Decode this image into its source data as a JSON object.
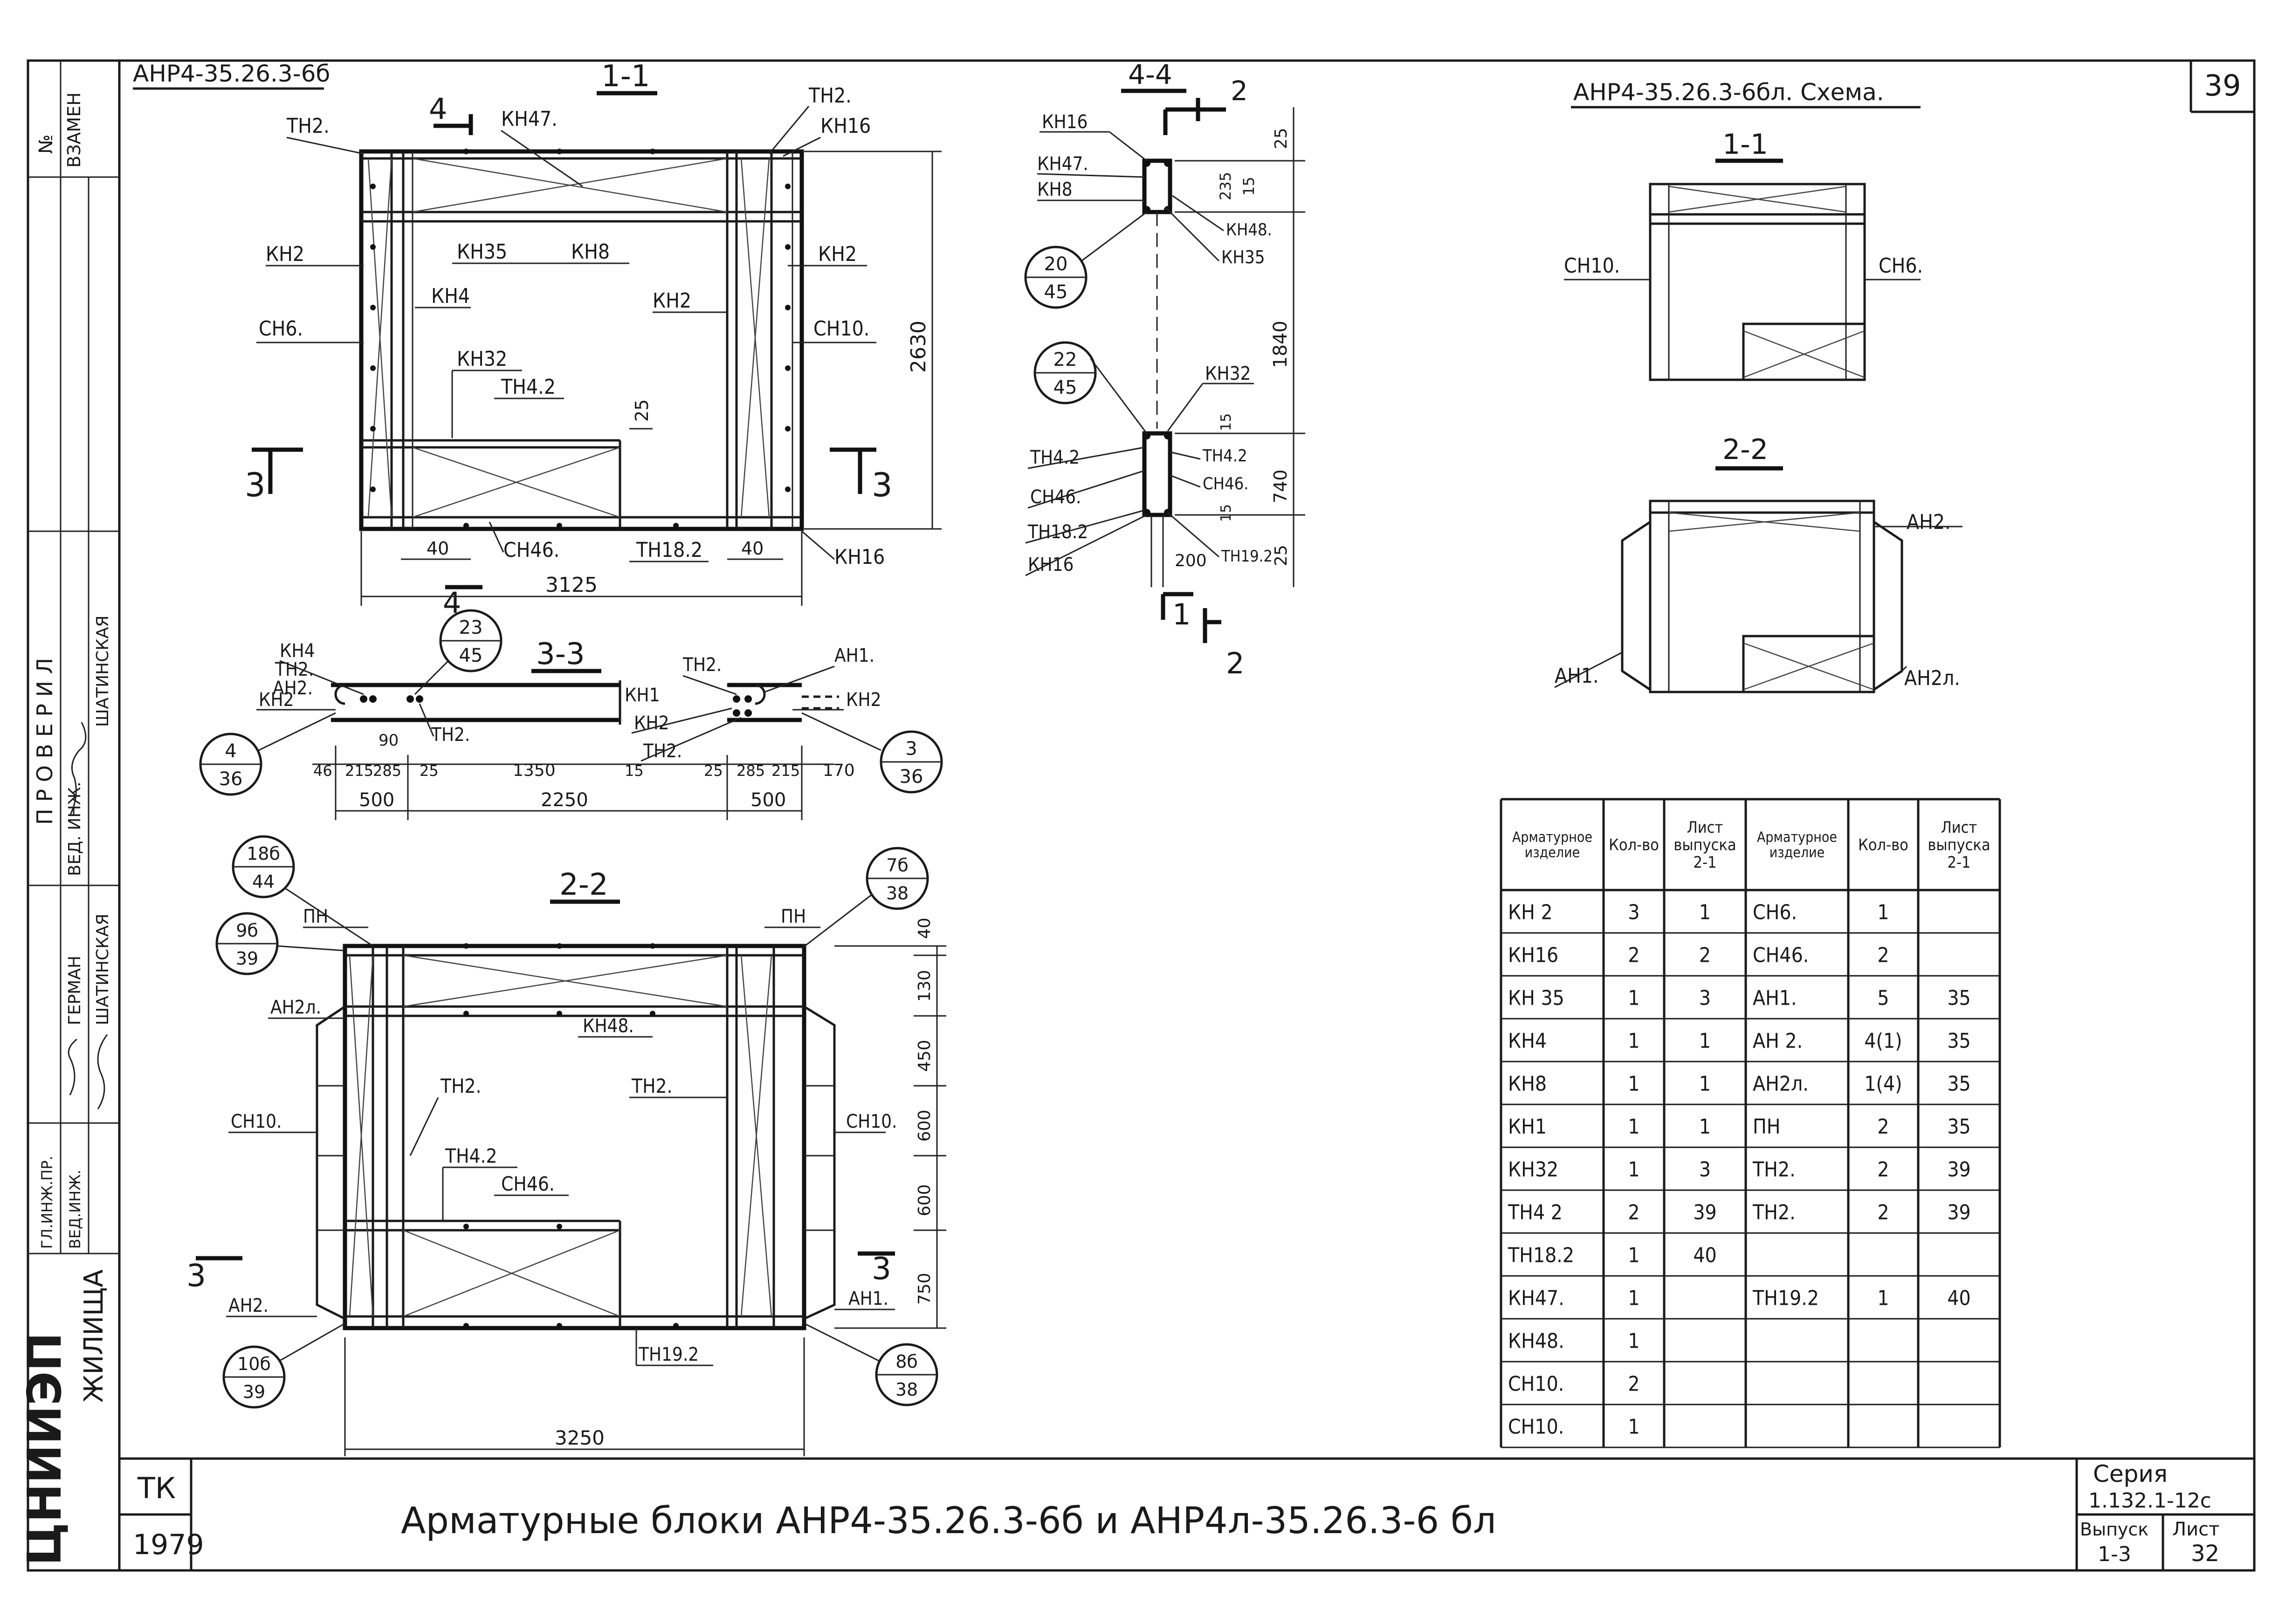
{
  "sheet_number": "39",
  "stamp": {
    "izm": "№",
    "vzamen": "ВЗАМЕН",
    "proveril": "П Р О В Е Р И Л",
    "ved_inzh_label": "ВЕД. ИНЖ.",
    "shatinskaya": "ШАТИНСКАЯ",
    "german": "ГЕРМАН",
    "shatinskaya2": "ШАТИНСКАЯ",
    "gl_inzh": "ГЛ.ИНЖ.ПР.",
    "ved_inzh2": "ВЕД.ИНЖ.",
    "org": "ЦНИИЭП",
    "org2": "ЖИЛИЩА"
  },
  "main_drawing": {
    "code": "АНР4-35.26.3-6б",
    "section_1_1": {
      "title": "1-1",
      "labels": [
        "ТН2.",
        "КН47.",
        "ТН2.",
        "КН16",
        "КН2",
        "КН35",
        "КН8",
        "КН2",
        "СН6.",
        "КН4",
        "КН2",
        "СН10.",
        "КН32",
        "ТН4.2",
        "КН16"
      ],
      "cut_4": "4",
      "cut_3": "3",
      "dims": {
        "h": "2630",
        "w": "3125",
        "d25": "25",
        "d40a": "40",
        "d40b": "40"
      },
      "bottom_labels": {
        "sn46": "СН46.",
        "tn182": "ТН18.2"
      }
    },
    "section_3_3": {
      "title": "3-3",
      "labels": {
        "kn4": "КН4",
        "tn2a": "ТН2.",
        "an2": "АН2.",
        "kn2": "КН2",
        "tn2b": "ТН2.",
        "tn2c": "ТН2.",
        "an1": "АН1.",
        "kn1": "КН1",
        "kn2b": "КН2",
        "tn2d": "ТН2.",
        "kn2c": "КН2"
      },
      "dims": [
        "46",
        "215",
        "285",
        "25",
        "1350",
        "15",
        "25",
        "285",
        "215",
        "170"
      ],
      "dim_90": "90",
      "overall": [
        "500",
        "2250",
        "500"
      ],
      "circles": [
        {
          "top": "23",
          "bot": "45"
        },
        {
          "top": "4",
          "bot": "36"
        },
        {
          "top": "3",
          "bot": "36"
        }
      ]
    },
    "section_2_2": {
      "title": "2-2",
      "labels": {
        "pn1": "ПН",
        "pn2": "ПН",
        "an2l": "АН2л.",
        "kn48": "КН48.",
        "tn2a": "ТН2.",
        "tn2b": "ТН2.",
        "sn10a": "СН10.",
        "sn10b": "СН10.",
        "tn42": "ТН4.2",
        "sn46": "СН46.",
        "an2": "АН2.",
        "an1": "АН1.",
        "tn192": "ТН19.2"
      },
      "dims_right": [
        "40",
        "130",
        "450",
        "600",
        "600",
        "750"
      ],
      "width": "3250",
      "circles": [
        {
          "top": "18б",
          "bot": "44"
        },
        {
          "top": "9б",
          "bot": "39"
        },
        {
          "top": "7б",
          "bot": "38"
        },
        {
          "top": "10б",
          "bot": "39"
        },
        {
          "top": "8б",
          "bot": "38"
        }
      ]
    }
  },
  "section_4_4": {
    "title": "4-4",
    "cut": "2",
    "labels": {
      "kn16a": "КН16",
      "kn47": "КН47.",
      "kn8": "КН8",
      "kn48": "КН48.",
      "kn35": "КН35",
      "kn32": "КН32",
      "tn42a": "ТН4.2",
      "tn42b": "ТН4.2",
      "sn46a": "СН46.",
      "sn46b": "СН46.",
      "tn182": "ТН18.2",
      "kn16b": "КН16",
      "tn192": "ТН19.2"
    },
    "dims": [
      "25",
      "15",
      "235",
      "1840",
      "15",
      "740",
      "15",
      "25",
      "200"
    ],
    "circles": [
      {
        "top": "20",
        "bot": "45"
      },
      {
        "top": "22",
        "bot": "45"
      }
    ],
    "cut_bottom_1": "1",
    "cut_bottom_2": "2"
  },
  "scheme": {
    "title": "АНР4-35.26.3-6бл. Схема.",
    "s11": "1-1",
    "s22": "2-2",
    "sn10": "СН10.",
    "sn6": "СН6.",
    "an2": "АН2.",
    "an1": "АН1.",
    "an2l": "АН2л."
  },
  "table": {
    "headers": [
      "Арматурное изделие",
      "Кол-во",
      "Лист выпуска 2-1",
      "Арматурное изделие",
      "Кол-во",
      "Лист выпуска 2-1"
    ],
    "rows": [
      [
        "КН 2",
        "3",
        "1",
        "СН6.",
        "1",
        ""
      ],
      [
        "КН16",
        "2",
        "2",
        "СН46.",
        "2",
        ""
      ],
      [
        "КН 35",
        "1",
        "3",
        "АН1.",
        "5",
        "35"
      ],
      [
        "КН4",
        "1",
        "1",
        "АН 2.",
        "4(1)",
        "35"
      ],
      [
        "КН8",
        "1",
        "1",
        "АН2л.",
        "1(4)",
        "35"
      ],
      [
        "КН1",
        "1",
        "1",
        "ПН",
        "2",
        "35"
      ],
      [
        "КН32",
        "1",
        "3",
        "ТН2.",
        "2",
        "39"
      ],
      [
        "ТН4 2",
        "2",
        "39",
        "ТН2.",
        "2",
        "39"
      ],
      [
        "ТН18.2",
        "1",
        "40",
        "",
        "",
        ""
      ],
      [
        "КН47.",
        "1",
        "",
        "ТН19.2",
        "1",
        "40"
      ],
      [
        "КН48.",
        "1",
        "",
        "",
        "",
        ""
      ],
      [
        "СН10.",
        "2",
        "",
        "",
        "",
        ""
      ],
      [
        "СН10.",
        "1",
        "",
        "",
        "",
        ""
      ]
    ]
  },
  "title_block": {
    "tk": "ТК",
    "year": "1979",
    "title": "Арматурные блоки АНР4-35.26.3-6б и АНР4л-35.26.3-6 бл",
    "seriya_label": "Серия",
    "seriya": "1.132.1-12с",
    "vypusk_label": "Выпуск",
    "vypusk": "1-3",
    "list_label": "Лист",
    "list": "32"
  }
}
